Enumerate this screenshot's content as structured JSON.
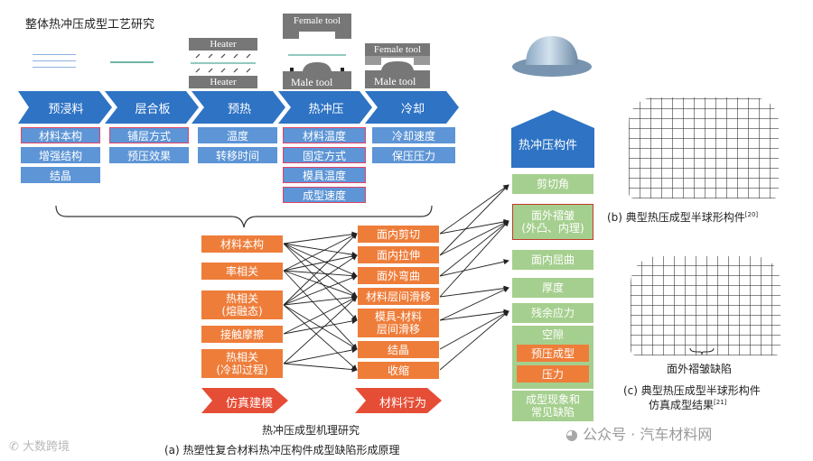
{
  "title": "整体热冲压成型工艺研究",
  "tools": {
    "heater_top": "Heater",
    "heater_bottom": "Heater",
    "female_1": "Female tool",
    "male_1": "Male tool",
    "female_2": "Female tool",
    "male_2": "Male tool"
  },
  "process_steps": [
    "预浸料",
    "层合板",
    "预热",
    "热冲压",
    "冷却"
  ],
  "col1_params": [
    "材料本构",
    "增强结构",
    "结晶"
  ],
  "col2_params": [
    "铺层方式",
    "预压效果"
  ],
  "col3_params": [
    "温度",
    "转移时间"
  ],
  "col4_params": [
    "材料温度",
    "固定方式",
    "模具温度",
    "成型速度"
  ],
  "col5_params": [
    "冷却速度",
    "保压压力"
  ],
  "sim_items": [
    "材料本构",
    "率相关",
    "热相关\n(熔融态)",
    "接触摩擦",
    "热相关\n(冷却过程)"
  ],
  "sim_label": "仿真建模",
  "material_items": [
    "面内剪切",
    "面内拉伸",
    "面外弯曲",
    "材料层间滑移",
    "模具-材料\n层间滑移",
    "结晶",
    "收缩"
  ],
  "material_label": "材料行为",
  "mechanism_title": "热冲压成型机理研究",
  "product_label": "热冲压构件",
  "defect_items": [
    "剪切角",
    "面外褶皱\n(外凸、内理)",
    "面内屈曲",
    "厚度",
    "残余应力",
    "空隙"
  ],
  "defect_orange": [
    "预压成型",
    "压力"
  ],
  "defect_footer": "成型现象和\n常见缺陷",
  "caption_a": "(a) 热塑性复合材料热冲压构件成型缺陷形成原理",
  "caption_b": "(b) 典型热压成型半球形构件",
  "caption_b_ref": "[20]",
  "wrinkle_label": "面外褶皱缺陷",
  "caption_c_1": "(c) 典型热压成型半球形构件",
  "caption_c_2": "仿真成型结果",
  "caption_c_ref": "[21]",
  "watermark_left": "大数跨境",
  "watermark_right": "公众号 · 汽车材料网",
  "colors": {
    "blue": "#2e73c4",
    "param_blue": "#5d95d6",
    "orange": "#ee7d3a",
    "green": "#a5cf8e",
    "highlight": "#e0446a"
  }
}
